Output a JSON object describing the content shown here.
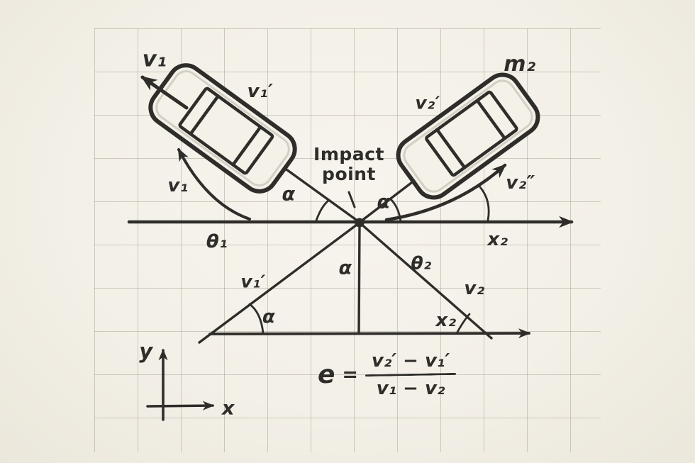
{
  "colors": {
    "ink": "#2f2d2a",
    "paper": "#f4f1e9",
    "grid_line": "#96918a"
  },
  "labels": {
    "v1": "v₁",
    "v1_prime": "v₁′",
    "v2": "v₂",
    "v2_prime": "v₂′",
    "v2_double_prime": "v₂″",
    "m2": "m₂",
    "alpha": "α",
    "theta1": "θ₁",
    "theta2": "θ₂",
    "x2": "x₂",
    "axis_x": "x",
    "axis_y": "y",
    "impact_point": "Impact point"
  },
  "equation": {
    "lhs": "e",
    "equals": "=",
    "numerator": "v₂′ − v₁′",
    "denominator": "v₁ − v₂"
  }
}
